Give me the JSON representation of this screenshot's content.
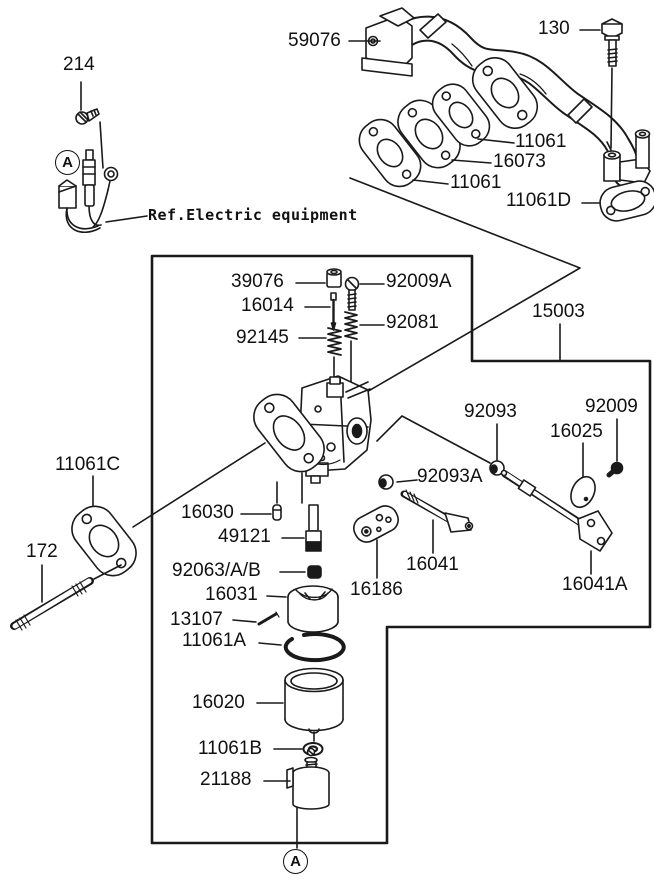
{
  "figure": {
    "background": "#ffffff",
    "line_color": "#1a1a1a"
  },
  "note": {
    "ref_electric": "Ref.Electric equipment"
  },
  "callouts": {
    "a_top": "A",
    "a_bottom": "A"
  },
  "parts": {
    "p214": {
      "label": "214"
    },
    "p59076": {
      "label": "59076"
    },
    "p130": {
      "label": "130"
    },
    "p11061_right": {
      "label": "11061"
    },
    "p16073": {
      "label": "16073"
    },
    "p11061_left": {
      "label": "11061"
    },
    "p11061D": {
      "label": "11061D"
    },
    "p39076": {
      "label": "39076"
    },
    "p92009A": {
      "label": "92009A"
    },
    "p16014": {
      "label": "16014"
    },
    "p92081": {
      "label": "92081"
    },
    "p92145": {
      "label": "92145"
    },
    "p15003": {
      "label": "15003"
    },
    "p92093": {
      "label": "92093"
    },
    "p92009": {
      "label": "92009"
    },
    "p16025": {
      "label": "16025"
    },
    "p92093A": {
      "label": "92093A"
    },
    "p11061C": {
      "label": "11061C"
    },
    "p172": {
      "label": "172"
    },
    "p16030": {
      "label": "16030"
    },
    "p49121": {
      "label": "49121"
    },
    "p92063": {
      "label": "92063/A/B"
    },
    "p16031": {
      "label": "16031"
    },
    "p13107": {
      "label": "13107"
    },
    "p11061A": {
      "label": "11061A"
    },
    "p16186": {
      "label": "16186"
    },
    "p16041": {
      "label": "16041"
    },
    "p16041A": {
      "label": "16041A"
    },
    "p16020": {
      "label": "16020"
    },
    "p11061B": {
      "label": "11061B"
    },
    "p21188": {
      "label": "21188"
    }
  }
}
